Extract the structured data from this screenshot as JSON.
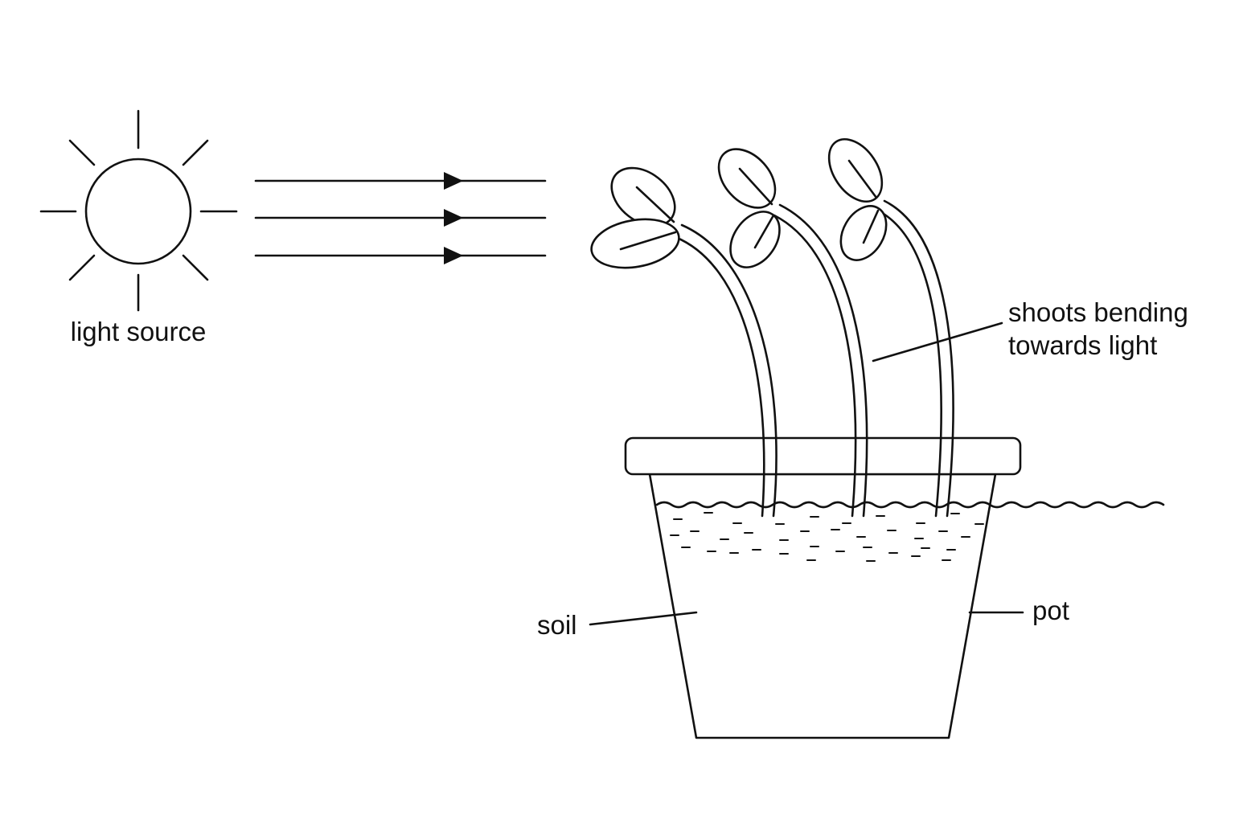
{
  "labels": {
    "light_source": "light source",
    "shoots_line1": "shoots bending",
    "shoots_line2": "towards light",
    "soil": "soil",
    "pot": "pot"
  },
  "colors": {
    "ink": "#111111",
    "background": "#ffffff"
  }
}
